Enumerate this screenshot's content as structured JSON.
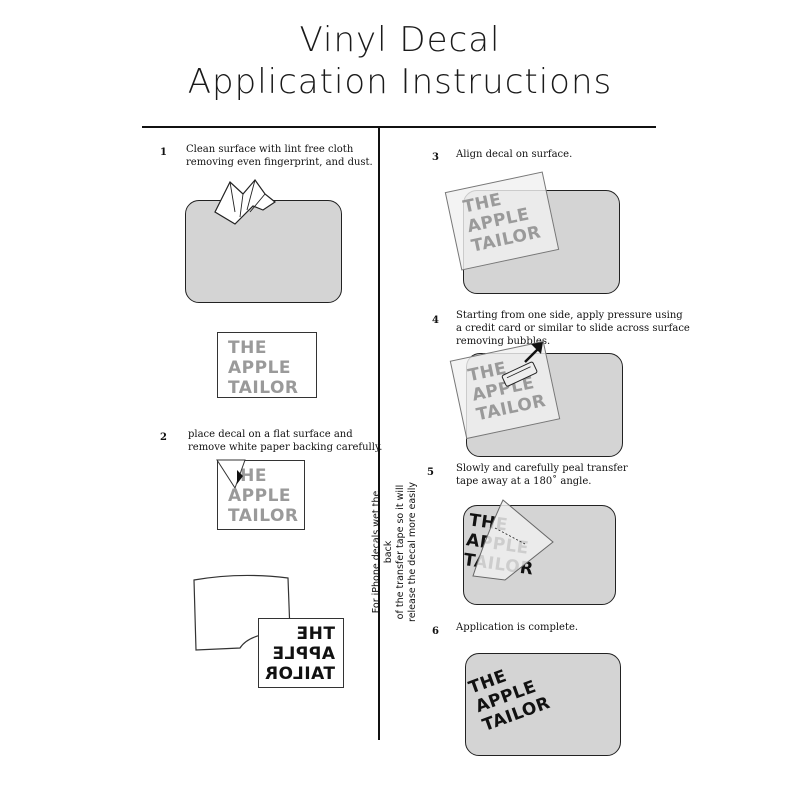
{
  "title": {
    "line1": "Vinyl Decal",
    "line2": "Application Instructions"
  },
  "decal_text": {
    "line1": "THE",
    "line2": "APPLE",
    "line3": "TAILOR"
  },
  "steps": [
    {
      "number": "1",
      "text": "Clean surface with lint free cloth\nremoving even fingerprint, and dust."
    },
    {
      "number": "2",
      "text": "place decal on a flat surface and\nremove white paper backing carefully."
    },
    {
      "number": "3",
      "text": "Align decal on surface."
    },
    {
      "number": "4",
      "text": "Starting from one side, apply pressure using\na credit card or similar  to slide across surface\nremoving bubbles."
    },
    {
      "number": "5",
      "text": "Slowly and carefully peal transfer\ntape away at a 180˚ angle."
    },
    {
      "number": "6",
      "text": "Application is complete."
    }
  ],
  "side_note": "For iPhone decals wet the back\nof the transfer tape so it will\nrelease the decal more easily",
  "colors": {
    "card_fill": "#d4d4d4",
    "decal_grey": "#9a9a9a",
    "decal_black": "#111111"
  }
}
